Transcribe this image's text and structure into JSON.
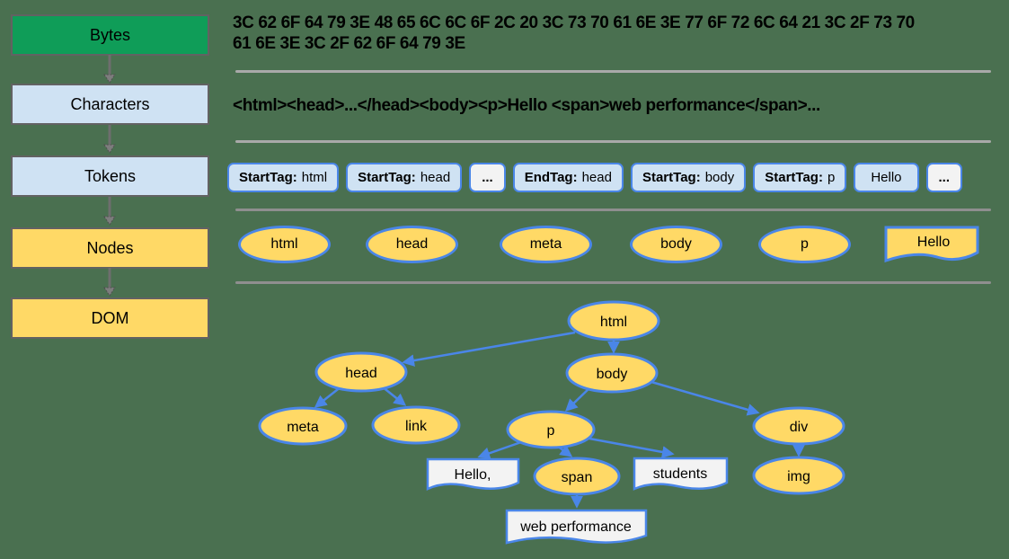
{
  "colors": {
    "background": "#4a7050",
    "bytes_fill": "#0f9d58",
    "light_blue_fill": "#cfe2f3",
    "yellow_fill": "#ffd966",
    "blue_border": "#4a86e8",
    "gray_border": "#626262",
    "separator": "#a9a9a9",
    "text_node_fill": "#f3f3f3"
  },
  "stages": [
    {
      "label": "Bytes"
    },
    {
      "label": "Characters"
    },
    {
      "label": "Tokens"
    },
    {
      "label": "Nodes"
    },
    {
      "label": "DOM"
    }
  ],
  "bytes_row": {
    "text": "3C 62 6F 64 79 3E 48 65 6C 6C 6F 2C 20 3C 73 70 61 6E 3E 77 6F 72 6C 64 21 3C 2F 73 70 61 6E 3E 3C 2F 62 6F 64 79 3E"
  },
  "characters_row": {
    "text": "<html><head>...</head><body><p>Hello <span>web performance</span>..."
  },
  "tokens_row": [
    {
      "kind": "tag",
      "prefix": "StartTag:",
      "value": "html"
    },
    {
      "kind": "tag",
      "prefix": "StartTag:",
      "value": "head"
    },
    {
      "kind": "ellipsis",
      "value": "..."
    },
    {
      "kind": "tag",
      "prefix": "EndTag:",
      "value": "head"
    },
    {
      "kind": "tag",
      "prefix": "StartTag:",
      "value": "body"
    },
    {
      "kind": "tag",
      "prefix": "StartTag:",
      "value": "p"
    },
    {
      "kind": "text",
      "value": "Hello"
    },
    {
      "kind": "ellipsis",
      "value": "..."
    }
  ],
  "nodes_row": {
    "ellipses": [
      "html",
      "head",
      "meta",
      "body",
      "p"
    ],
    "text_node": "Hello"
  },
  "dom_tree": {
    "elements": {
      "html": "html",
      "head": "head",
      "body": "body",
      "meta": "meta",
      "link": "link",
      "p": "p",
      "div": "div",
      "img": "img",
      "span": "span"
    },
    "text_nodes": {
      "hello": "Hello,",
      "students": "students",
      "web_performance": "web performance"
    },
    "edges": [
      [
        "html",
        "head"
      ],
      [
        "html",
        "body"
      ],
      [
        "head",
        "meta"
      ],
      [
        "head",
        "link"
      ],
      [
        "body",
        "p"
      ],
      [
        "body",
        "div"
      ],
      [
        "p",
        "hello"
      ],
      [
        "p",
        "span"
      ],
      [
        "p",
        "students"
      ],
      [
        "span",
        "web_performance"
      ],
      [
        "div",
        "img"
      ]
    ]
  }
}
